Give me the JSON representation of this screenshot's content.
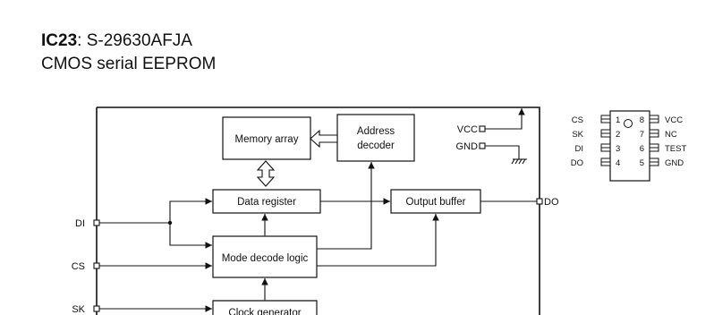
{
  "header": {
    "chip_id": "IC23",
    "part_number": ": S-29630AFJA",
    "description": "CMOS serial EEPROM"
  },
  "blocks": {
    "memory_array": "Memory array",
    "address_decoder_line1": "Address",
    "address_decoder_line2": "decoder",
    "data_register": "Data register",
    "output_buffer": "Output buffer",
    "mode_decode_logic": "Mode decode logic",
    "clock_generator": "Clock generator"
  },
  "pins": {
    "vcc": "VCC",
    "gnd": "GND",
    "do": "DO",
    "di": "DI",
    "cs": "CS",
    "sk": "SK"
  },
  "package": {
    "left": [
      {
        "num": "1",
        "name": "CS"
      },
      {
        "num": "2",
        "name": "SK"
      },
      {
        "num": "3",
        "name": "DI"
      },
      {
        "num": "4",
        "name": "DO"
      }
    ],
    "right": [
      {
        "num": "8",
        "name": "VCC"
      },
      {
        "num": "7",
        "name": "NC"
      },
      {
        "num": "6",
        "name": "TEST"
      },
      {
        "num": "5",
        "name": "GND"
      }
    ]
  }
}
